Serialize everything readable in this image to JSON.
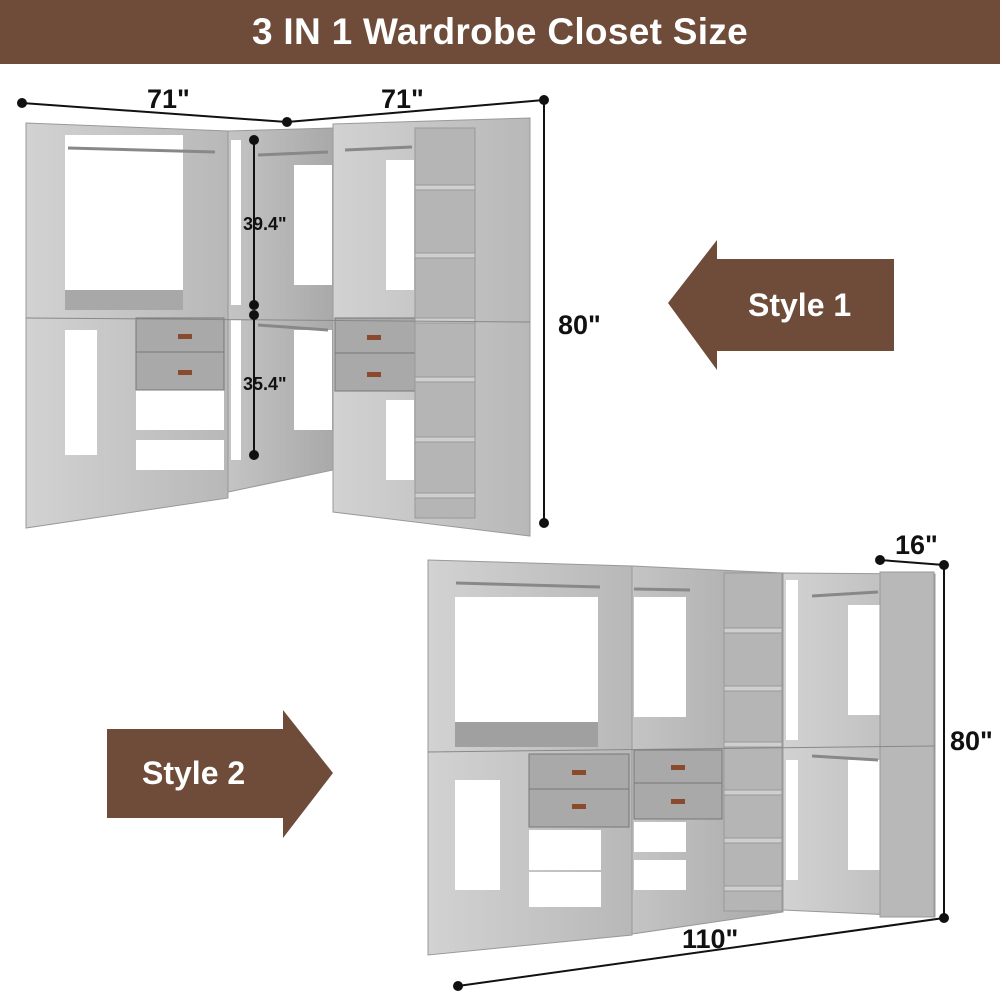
{
  "header": {
    "title": "3 IN 1 Wardrobe Closet Size"
  },
  "colors": {
    "brand_brown": "#6e4c39",
    "panel_gray": "#bdbdbd",
    "panel_dark": "#9a9a9a",
    "handle_brown": "#8a4a2e"
  },
  "style1": {
    "label": "Style 1",
    "arrow_direction": "left",
    "dimensions": {
      "width_left": "71\"",
      "width_right": "71\"",
      "height": "80\"",
      "upper_section": "39.4\"",
      "lower_section": "35.4\""
    }
  },
  "style2": {
    "label": "Style 2",
    "arrow_direction": "right",
    "dimensions": {
      "depth": "16\"",
      "height": "80\"",
      "width": "110\""
    }
  }
}
